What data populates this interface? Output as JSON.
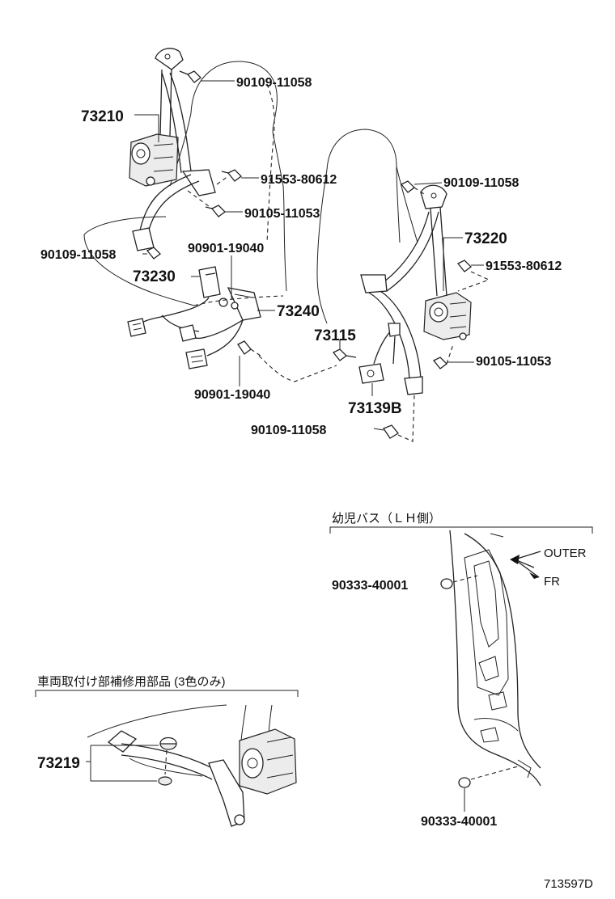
{
  "parts": {
    "p_73210": "73210",
    "p_90109_top": "90109-11058",
    "p_91553_left": "91553-80612",
    "p_90105_left": "90105-11053",
    "p_90109_left": "90109-11058",
    "p_90901_upper": "90901-19040",
    "p_73230": "73230",
    "p_73240": "73240",
    "p_90901_lower": "90901-19040",
    "p_73115": "73115",
    "p_73139b": "73139B",
    "p_90109_bottom": "90109-11058",
    "p_90109_right": "90109-11058",
    "p_73220": "73220",
    "p_91553_right": "91553-80612",
    "p_90105_right": "90105-11053",
    "p_90333_upper": "90333-40001",
    "p_90333_lower": "90333-40001",
    "p_73219": "73219"
  },
  "sections": {
    "lh_bus_caption": "幼児バス（ＬＨ側）",
    "repair_caption": "車両取付け部補修用部品 (3色のみ)"
  },
  "direction": {
    "outer": "OUTER",
    "fr": "FR"
  },
  "diagram_id": "713597D"
}
